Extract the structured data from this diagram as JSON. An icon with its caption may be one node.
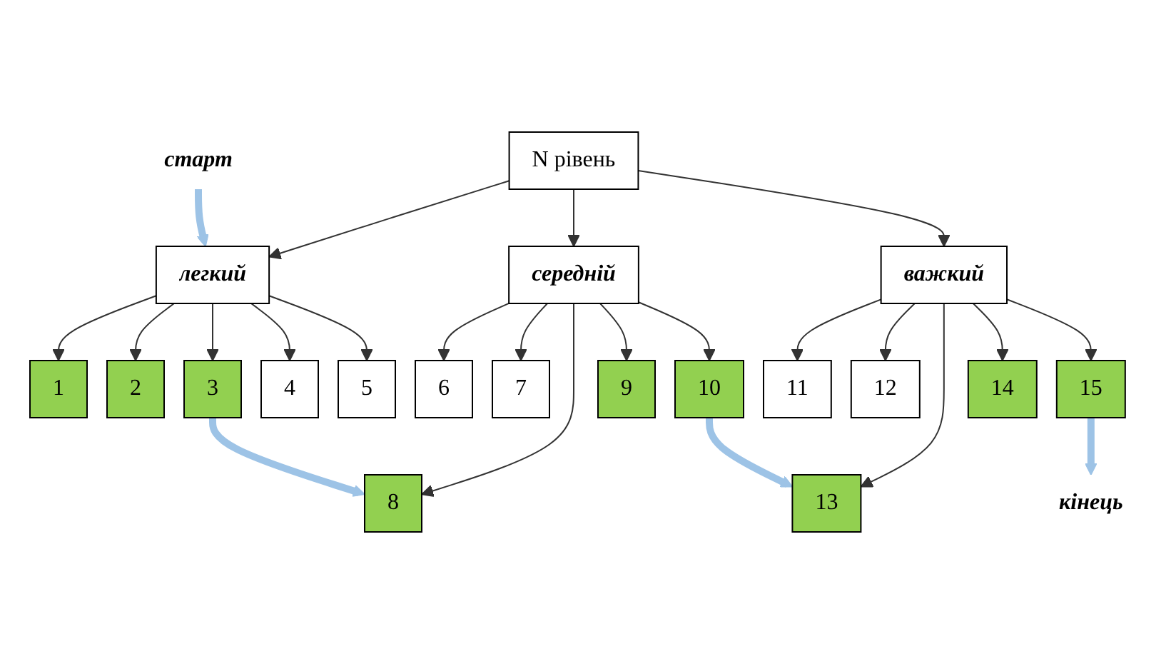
{
  "diagram": {
    "nodes": [
      {
        "text": [
          "N рівень"
        ]
      },
      {
        "text": [
          "легкий"
        ]
      },
      {
        "text": [
          "середній"
        ]
      },
      {
        "text": [
          "важкий"
        ]
      },
      {
        "text": [
          "1"
        ]
      },
      {
        "text": [
          "2"
        ]
      },
      {
        "text": [
          "3"
        ]
      },
      {
        "text": [
          "4"
        ]
      },
      {
        "text": [
          "5"
        ]
      },
      {
        "text": [
          "6"
        ]
      },
      {
        "text": [
          "7"
        ]
      },
      {
        "text": [
          "8"
        ]
      },
      {
        "text": [
          "9"
        ]
      },
      {
        "text": [
          "10"
        ]
      },
      {
        "text": [
          "11"
        ]
      },
      {
        "text": [
          "12"
        ]
      },
      {
        "text": [
          "13"
        ]
      },
      {
        "text": [
          "14"
        ]
      },
      {
        "text": [
          "15"
        ]
      },
      {
        "text": [
          "старт"
        ]
      },
      {
        "text": [
          "кінець"
        ]
      }
    ],
    "edges": [
      {
        "from": 0,
        "to": 1,
        "arrow": "to"
      },
      {
        "from": 0,
        "to": 2,
        "arrow": "to"
      },
      {
        "from": 0,
        "to": 3,
        "arrow": "to"
      },
      {
        "from": 1,
        "to": 4,
        "arrow": "to"
      },
      {
        "from": 1,
        "to": 5,
        "arrow": "to"
      },
      {
        "from": 1,
        "to": 6,
        "arrow": "to"
      },
      {
        "from": 1,
        "to": 7,
        "arrow": "to"
      },
      {
        "from": 1,
        "to": 8,
        "arrow": "to"
      },
      {
        "from": 2,
        "to": 9,
        "arrow": "to"
      },
      {
        "from": 2,
        "to": 10,
        "arrow": "to"
      },
      {
        "from": 2,
        "to": 11,
        "arrow": "to"
      },
      {
        "from": 2,
        "to": 12,
        "arrow": "to"
      },
      {
        "from": 2,
        "to": 13,
        "arrow": "to"
      },
      {
        "from": 3,
        "to": 14,
        "arrow": "to"
      },
      {
        "from": 3,
        "to": 15,
        "arrow": "to"
      },
      {
        "from": 3,
        "to": 16,
        "arrow": "to"
      },
      {
        "from": 3,
        "to": 17,
        "arrow": "to"
      },
      {
        "from": 3,
        "to": 18,
        "arrow": "to"
      },
      {
        "from": 19,
        "to": 1,
        "arrow": "to",
        "style": "thick",
        "color": "#9dc3e6"
      },
      {
        "from": 6,
        "to": 11,
        "arrow": "to",
        "style": "thick",
        "color": "#9dc3e6"
      },
      {
        "from": 13,
        "to": 16,
        "arrow": "to",
        "style": "thick",
        "color": "#9dc3e6"
      },
      {
        "from": 18,
        "to": 20,
        "arrow": "to",
        "style": "thick",
        "color": "#9dc3e6"
      }
    ]
  }
}
